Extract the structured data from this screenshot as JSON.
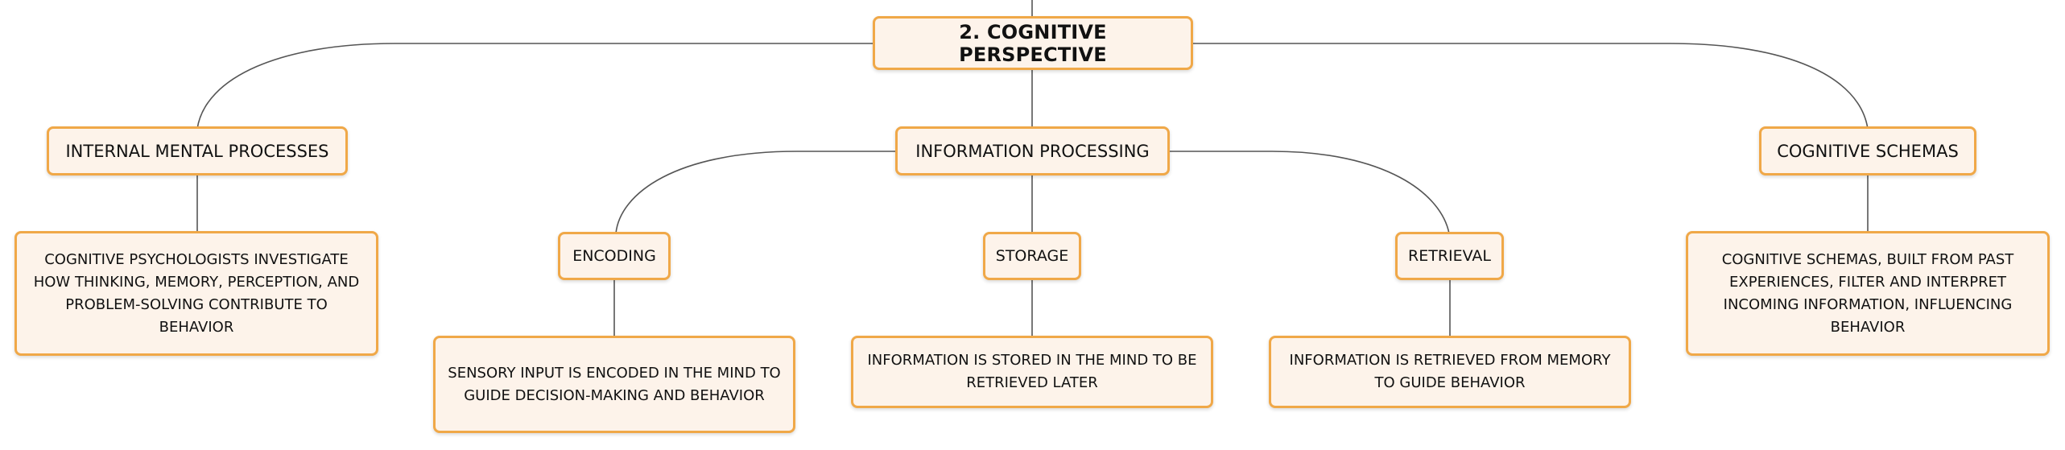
{
  "root": {
    "label": "2. COGNITIVE PERSPECTIVE"
  },
  "internal": {
    "label": "INTERNAL MENTAL PROCESSES",
    "detail": "COGNITIVE PSYCHOLOGISTS INVESTIGATE HOW THINKING, MEMORY, PERCEPTION, AND PROBLEM-SOLVING CONTRIBUTE TO BEHAVIOR"
  },
  "information": {
    "label": "INFORMATION PROCESSING",
    "encoding": {
      "label": "ENCODING",
      "detail": "SENSORY INPUT IS ENCODED IN THE MIND TO GUIDE DECISION-MAKING AND BEHAVIOR"
    },
    "storage": {
      "label": "STORAGE",
      "detail": "INFORMATION IS STORED IN THE MIND TO BE RETRIEVED LATER"
    },
    "retrieval": {
      "label": "RETRIEVAL",
      "detail": "INFORMATION IS RETRIEVED FROM MEMORY TO GUIDE BEHAVIOR"
    }
  },
  "schemas": {
    "label": "COGNITIVE SCHEMAS",
    "detail": "COGNITIVE SCHEMAS, BUILT FROM PAST EXPERIENCES, FILTER AND INTERPRET INCOMING INFORMATION, INFLUENCING BEHAVIOR"
  },
  "colors": {
    "node_fill": "#fdf3ea",
    "node_border": "#f0a848",
    "connector": "#555555"
  }
}
